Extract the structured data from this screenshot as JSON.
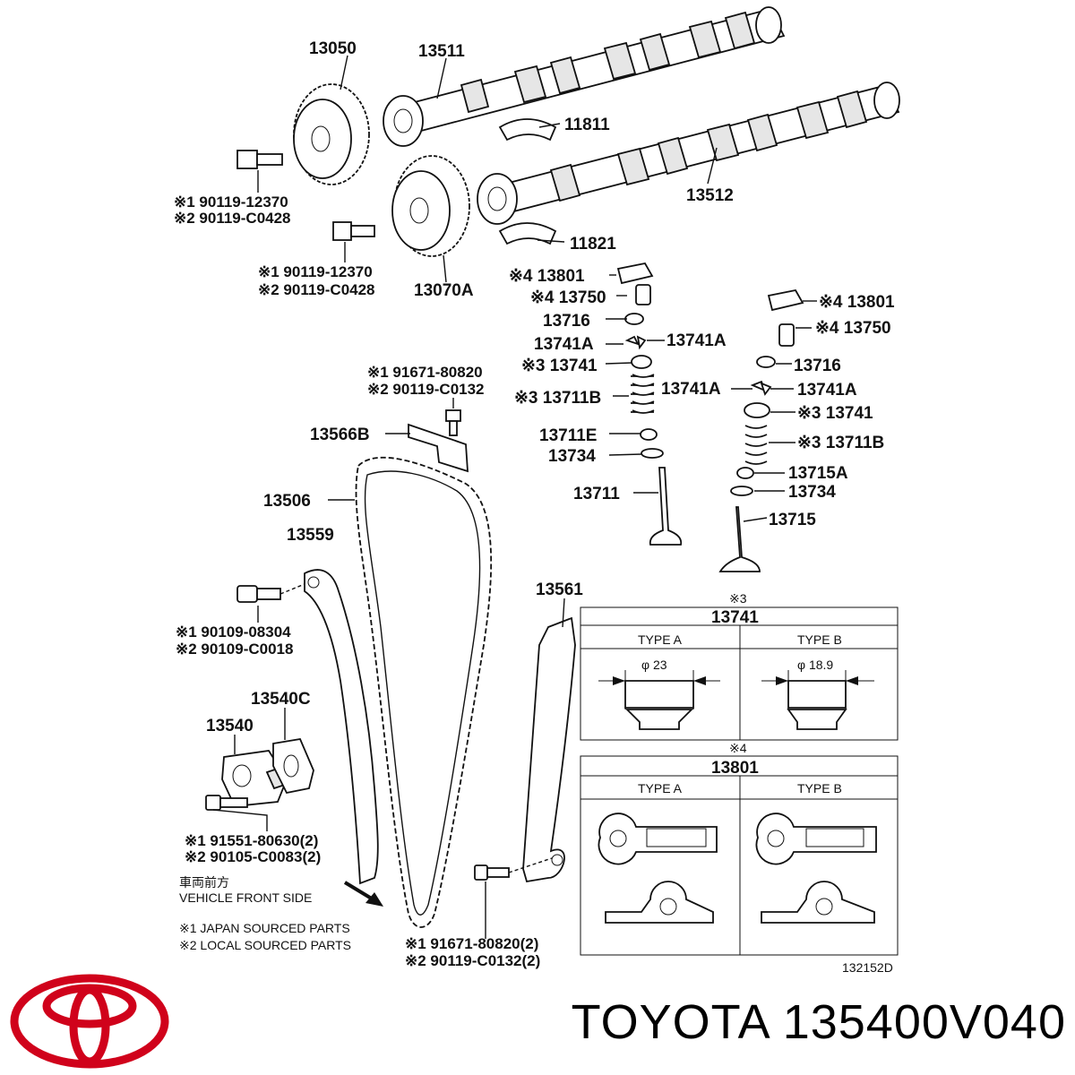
{
  "part_labels": {
    "p13050": "13050",
    "p13511": "13511",
    "p11811": "11811",
    "p13512": "13512",
    "p11821": "11821",
    "p13070A": "13070A",
    "bolt1_a": "※1 90119-12370",
    "bolt1_b": "※2 90119-C0428",
    "bolt2_a": "※1 90119-12370",
    "bolt2_b": "※2 90119-C0428",
    "l_13801": "※4 13801",
    "l_13750": "※4 13750",
    "l_13716": "13716",
    "l_13741A_1": "13741A",
    "l_13741A_2": "13741A",
    "l_13741": "※3 13741",
    "l_13711B": "※3 13711B",
    "l_13711E": "13711E",
    "l_13734": "13734",
    "l_13711": "13711",
    "r_13801": "※4 13801",
    "r_13750": "※4 13750",
    "r_13716": "13716",
    "r_13741A_1": "13741A",
    "r_13741A_2": "13741A",
    "r_13741": "※3 13741",
    "r_13711B": "※3 13711B",
    "r_13715A": "13715A",
    "r_13734": "13734",
    "r_13715": "13715",
    "bolt3_a": "※1 91671-80820",
    "bolt3_b": "※2 90119-C0132",
    "p13566B": "13566B",
    "p13506": "13506",
    "p13559": "13559",
    "bolt4_a": "※1 90109-08304",
    "bolt4_b": "※2 90109-C0018",
    "p13540C": "13540C",
    "p13540": "13540",
    "bolt5_a": "※1 91551-80630(2)",
    "bolt5_b": "※2 90105-C0083(2)",
    "p13561": "13561",
    "bolt6_a": "※1 91671-80820(2)",
    "bolt6_b": "※2 90119-C0132(2)"
  },
  "notes": {
    "front_jp": "車両前方",
    "front_en": "VEHICLE FRONT SIDE",
    "legend1": "※1  JAPAN SOURCED PARTS",
    "legend2": "※2  LOCAL SOURCED PARTS",
    "diagram_id": "132152D"
  },
  "table_13741": {
    "mark": "※3",
    "title": "13741",
    "col_a": "TYPE A",
    "col_b": "TYPE B",
    "dim_a": "φ 23",
    "dim_b": "φ 18.9"
  },
  "table_13801": {
    "mark": "※4",
    "title": "13801",
    "col_a": "TYPE A",
    "col_b": "TYPE B"
  },
  "brand": {
    "text": "TOYOTA 135400V040",
    "logo_color": "#d0021b"
  }
}
